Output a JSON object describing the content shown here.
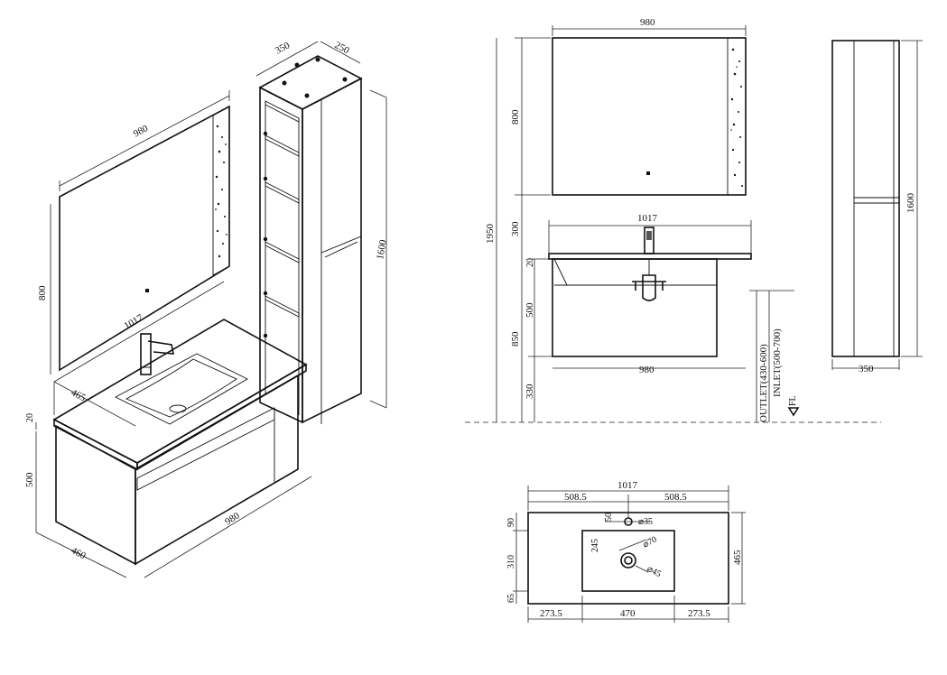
{
  "iso": {
    "mirror_width": "980",
    "mirror_height": "800",
    "basin_width": "1017",
    "basin_depth": "465",
    "top_thickness": "20",
    "drawer_height": "500",
    "cabinet_depth": "460",
    "cabinet_width": "980",
    "tall_depth": "350",
    "tall_width": "250",
    "tall_height": "1600"
  },
  "front": {
    "mirror_width": "980",
    "mirror_height": "800",
    "total_height": "1950",
    "gap": "300",
    "top_width": "1017",
    "top_thickness": "20",
    "cabinet_height": "500",
    "vanity_height": "850",
    "cabinet_width": "980",
    "floor_gap": "330",
    "outlet": "OUTLET(430-600)",
    "inlet": "INLET(500-700)",
    "floor_label": "FL"
  },
  "side": {
    "height": "1600",
    "width": "350"
  },
  "plan": {
    "total_width": "1017",
    "half_left": "508.5",
    "half_right": "508.5",
    "tap_offset": "50",
    "tap_hole": "⌀35",
    "drain": "⌀70",
    "drain_inner": "⌀45",
    "bowl_depth": "245",
    "depth": "465",
    "top_margin": "90",
    "bowl_length": "310",
    "bottom_margin": "65",
    "side_left": "273.5",
    "bowl_width": "470",
    "side_right": "273.5"
  }
}
